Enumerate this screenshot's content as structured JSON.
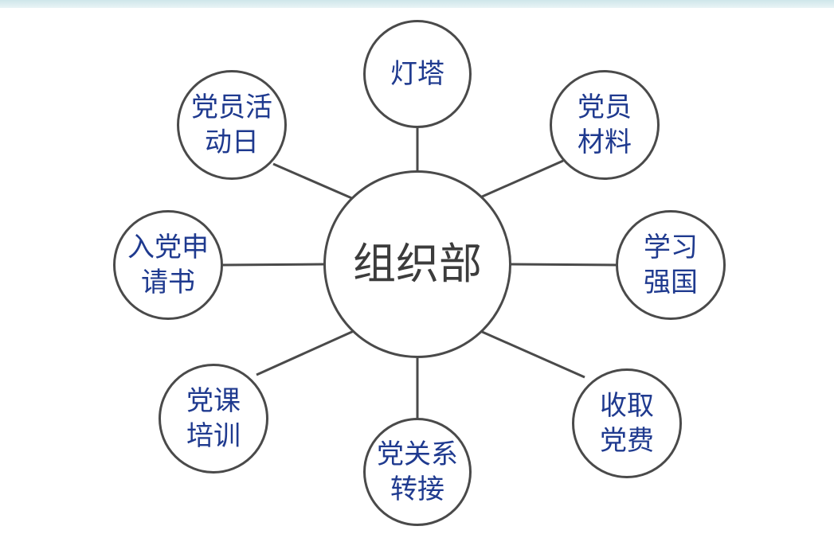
{
  "diagram": {
    "center": {
      "label": "组织部"
    },
    "nodes": [
      {
        "id": "lighthouse",
        "label": "灯塔"
      },
      {
        "id": "member-materials",
        "label": "党员\n材料"
      },
      {
        "id": "xuexi-qiangguo",
        "label": "学习\n强国"
      },
      {
        "id": "collect-dues",
        "label": "收取\n党费"
      },
      {
        "id": "relation-transfer",
        "label": "党关系\n转接"
      },
      {
        "id": "course-training",
        "label": "党课\n培训"
      },
      {
        "id": "application-letter",
        "label": "入党申\n请书"
      },
      {
        "id": "activity-day",
        "label": "党员活\n动日"
      }
    ]
  },
  "colors": {
    "node_text": "#1f3a8f",
    "center_text": "#3c3c3c",
    "circle_border": "#4a4a4a",
    "connector": "#4a4a4a"
  }
}
